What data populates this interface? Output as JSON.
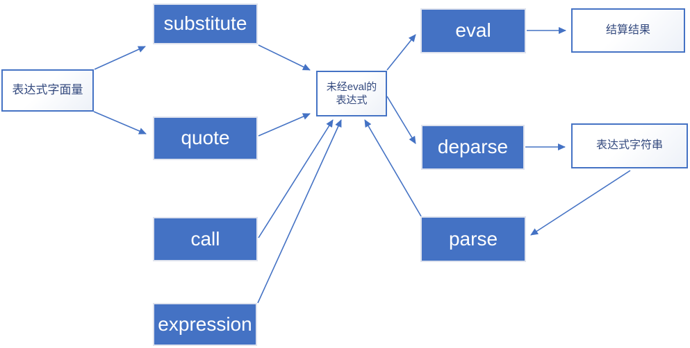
{
  "diagram": {
    "nodes": {
      "literal": {
        "label": "表达式字面量",
        "kind": "data"
      },
      "substitute": {
        "label": "substitute",
        "kind": "function"
      },
      "quote": {
        "label": "quote",
        "kind": "function"
      },
      "call": {
        "label": "call",
        "kind": "function"
      },
      "expression": {
        "label": "expression",
        "kind": "function"
      },
      "unevaled": {
        "line1": "未经eval的",
        "line2": "表达式",
        "kind": "data"
      },
      "eval": {
        "label": "eval",
        "kind": "function"
      },
      "deparse": {
        "label": "deparse",
        "kind": "function"
      },
      "parse": {
        "label": "parse",
        "kind": "function"
      },
      "result": {
        "label": "结算结果",
        "kind": "data"
      },
      "expr_string": {
        "label": "表达式字符串",
        "kind": "data"
      }
    },
    "edges": [
      {
        "from": "表达式字面量",
        "to": "substitute"
      },
      {
        "from": "表达式字面量",
        "to": "quote"
      },
      {
        "from": "substitute",
        "to": "未经eval的表达式"
      },
      {
        "from": "quote",
        "to": "未经eval的表达式"
      },
      {
        "from": "call",
        "to": "未经eval的表达式"
      },
      {
        "from": "expression",
        "to": "未经eval的表达式"
      },
      {
        "from": "parse",
        "to": "未经eval的表达式"
      },
      {
        "from": "未经eval的表达式",
        "to": "eval"
      },
      {
        "from": "未经eval的表达式",
        "to": "deparse"
      },
      {
        "from": "eval",
        "to": "结算结果"
      },
      {
        "from": "deparse",
        "to": "表达式字符串"
      },
      {
        "from": "表达式字符串",
        "to": "parse"
      }
    ],
    "colors": {
      "function_box_fill": "#4472C4",
      "function_box_border": "#dfe3ee",
      "function_box_text": "#ffffff",
      "data_box_border": "#4472C4",
      "data_box_text": "#33497e",
      "arrow": "#4472C4"
    }
  }
}
